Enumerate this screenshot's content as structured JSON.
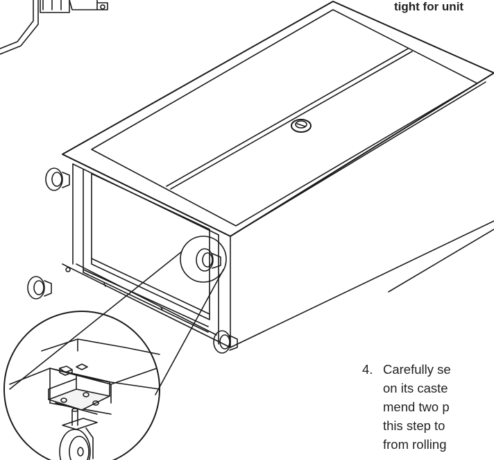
{
  "header": {
    "partial_heading": "tight for unit"
  },
  "instruction": {
    "step_number": "4.",
    "lines": [
      "Carefully se",
      "on its caste",
      "mend two p",
      "this step to",
      "from rolling"
    ]
  }
}
